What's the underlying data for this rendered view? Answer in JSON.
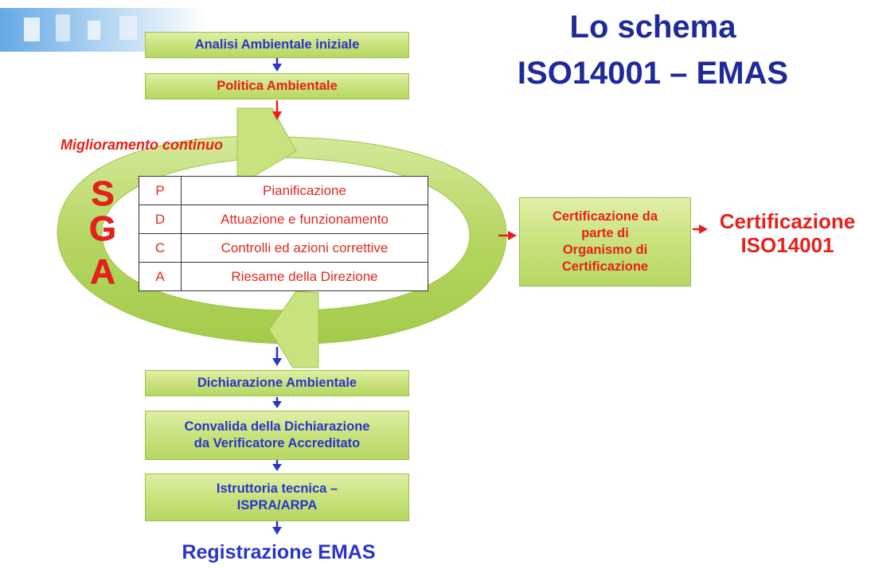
{
  "title": {
    "line1": "Lo schema",
    "line2": "ISO14001 – EMAS"
  },
  "flow": {
    "step1": "Analisi Ambientale iniziale",
    "step2": "Politica Ambientale",
    "step3": "Dichiarazione Ambientale",
    "step4_line1": "Convalida della Dichiarazione",
    "step4_line2": "da Verificatore Accreditato",
    "step5_line1": "Istruttoria tecnica –",
    "step5_line2": "ISPRA/ARPA",
    "final": "Registrazione EMAS"
  },
  "cycle": {
    "label": "Miglioramento continuo",
    "sga_letters": [
      "S",
      "G",
      "A"
    ],
    "pdca": [
      {
        "key": "P",
        "label": "Pianificazione"
      },
      {
        "key": "D",
        "label": "Attuazione e funzionamento"
      },
      {
        "key": "C",
        "label": "Controlli ed azioni correttive"
      },
      {
        "key": "A",
        "label": "Riesame della Direzione"
      }
    ]
  },
  "certification": {
    "box_line1": "Certificazione da",
    "box_line2": "parte di",
    "box_line3": "Organismo di",
    "box_line4": "Certificazione",
    "result_line1": "Certificazione",
    "result_line2": "ISO14001"
  },
  "colors": {
    "title_blue": "#1e2a9a",
    "text_blue": "#2a35c8",
    "text_red": "#e8201a",
    "box_green": "#c9e27c",
    "loop_green": "#b5d661"
  }
}
